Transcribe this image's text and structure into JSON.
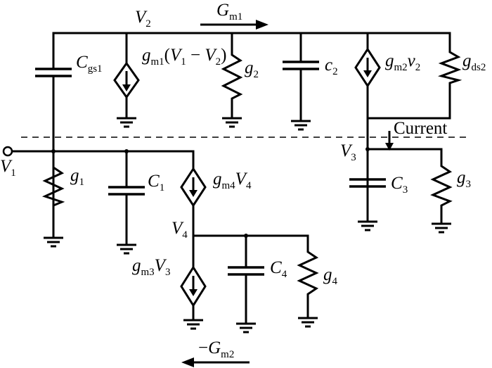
{
  "labels": {
    "V2_main": "V",
    "V2_sub": "2",
    "Gm1_main": "G",
    "Gm1_sub": "m1",
    "Cgs1_main": "C",
    "Cgs1_sub": "gs1",
    "gm1_main": "g",
    "gm1_sub": "m1",
    "gm1_open": "(",
    "gm1_V1": "V",
    "gm1_V1_sub": "1",
    "gm1_minus": " − ",
    "gm1_V2": "V",
    "gm1_V2_sub": "2",
    "gm1_close": ")",
    "g2_main": "g",
    "g2_sub": "2",
    "c2_main": "c",
    "c2_sub": "2",
    "gm2_main": "g",
    "gm2_sub": "m2",
    "gm2_v": "v",
    "gm2_v_sub": "2",
    "gds2_main": "g",
    "gds2_sub": "ds2",
    "current": "Current",
    "V3_main": "V",
    "V3_sub": "3",
    "V1_main": "V",
    "V1_sub": "1",
    "g1_main": "g",
    "g1_sub": "1",
    "C1_main": "C",
    "C1_sub": "1",
    "gm4_main": "g",
    "gm4_sub": "m4",
    "gm4_V": "V",
    "gm4_V_sub": "4",
    "C3_main": "C",
    "C3_sub": "3",
    "g3_main": "g",
    "g3_sub": "3",
    "V4_main": "V",
    "V4_sub": "4",
    "gm3_main": "g",
    "gm3_sub": "m3",
    "gm3_V": "V",
    "gm3_V_sub": "3",
    "C4_main": "C",
    "C4_sub": "4",
    "g4_main": "g",
    "g4_sub": "4",
    "Gm2_minus": "−",
    "Gm2_main": "G",
    "Gm2_sub": "m2"
  }
}
